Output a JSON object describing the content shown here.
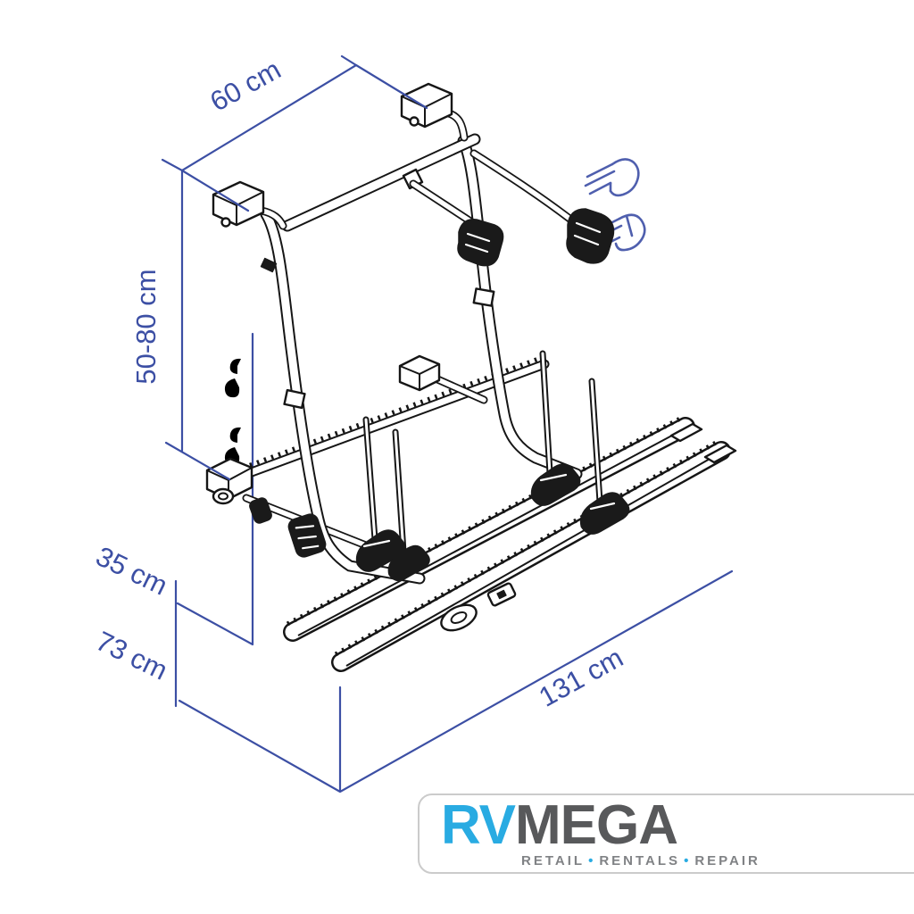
{
  "diagram": {
    "subject": "rear-mounted two-bike carrier technical line drawing with dimensions",
    "dimensions": {
      "width_top": "60 cm",
      "height_range": "50-80 cm",
      "platform_height": "35 cm",
      "depth": "73 cm",
      "length": "131 cm"
    },
    "colors": {
      "dimension_line": "#3C4FA4",
      "blue_part": "#4F5FAE",
      "line_art": "#161616"
    }
  },
  "logo": {
    "brand_blue": "RV",
    "brand_gray": "MEGA",
    "tagline_words": [
      "RETAIL",
      "RENTALS",
      "REPAIR"
    ],
    "colors": {
      "brand_blue": "#29ABE2",
      "brand_gray": "#58595B",
      "tagline_gray": "#808285"
    }
  }
}
